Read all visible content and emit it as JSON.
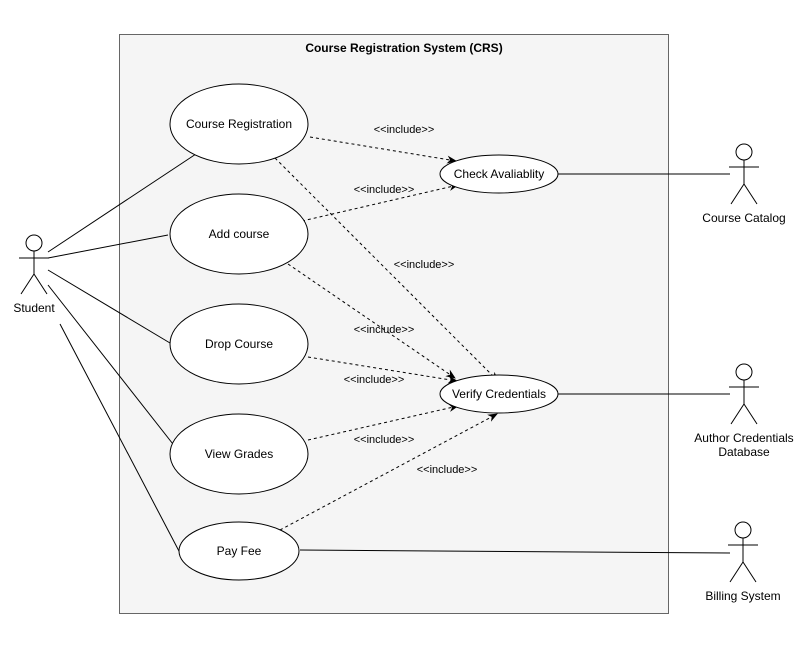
{
  "system": {
    "title": "Course Registration System (CRS)"
  },
  "actors": {
    "student": "Student",
    "course_catalog": "Course Catalog",
    "author_db_line1": "Author Credentials",
    "author_db_line2": "Database",
    "billing": "Billing System"
  },
  "use_cases": {
    "course_registration": "Course Registration",
    "add_course": "Add course",
    "drop_course": "Drop Course",
    "view_grades": "View Grades",
    "pay_fee": "Pay Fee",
    "check_availability": "Check Avaliablity",
    "verify_credentials": "Verify Credentials"
  },
  "include_label": "<<include>>",
  "colors": {
    "system_fill": "#f5f5f5",
    "stroke": "#000000"
  }
}
